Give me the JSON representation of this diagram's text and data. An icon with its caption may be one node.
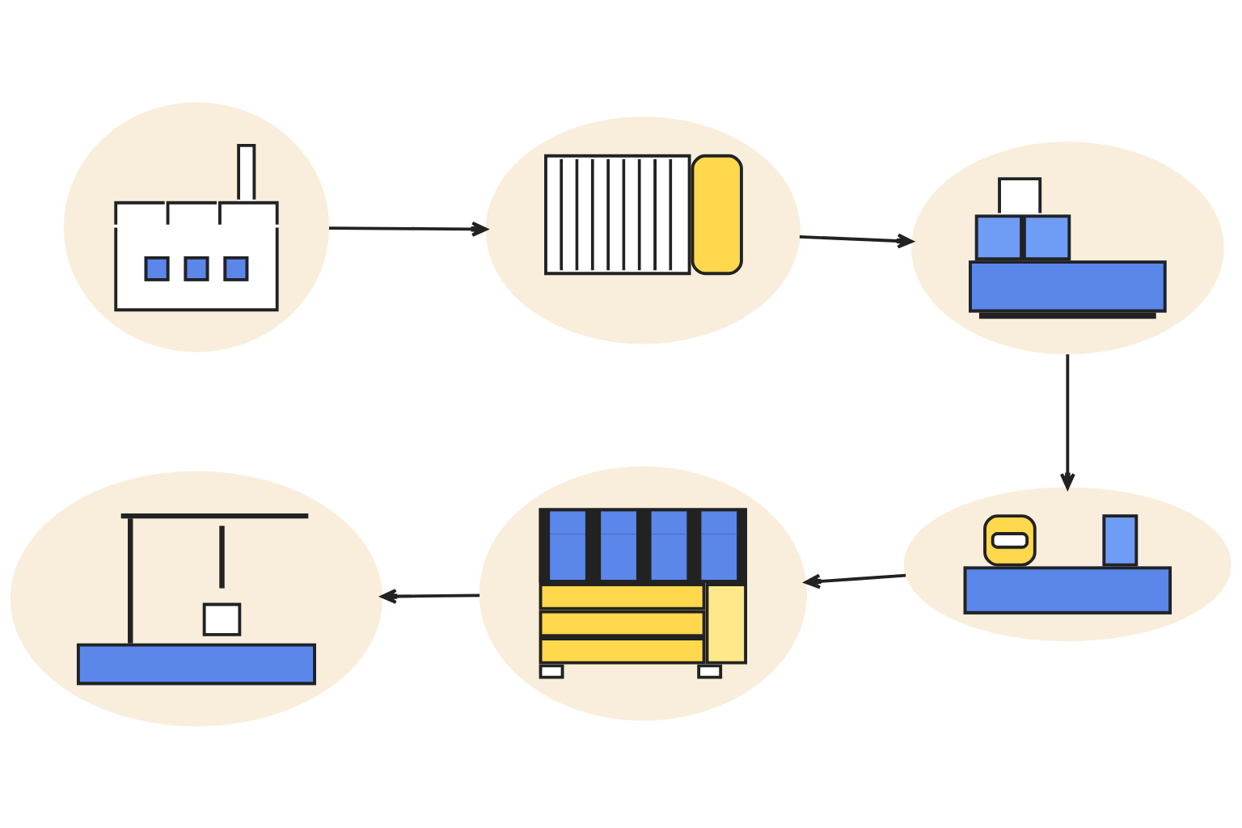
{
  "diagram": {
    "nodes": [
      {
        "text": [],
        "shape": "picture"
      },
      {
        "text": [],
        "shape": "picture"
      },
      {
        "text": [],
        "shape": "picture"
      },
      {
        "text": [],
        "shape": "picture"
      },
      {
        "text": [],
        "shape": "picture"
      },
      {
        "text": [],
        "shape": "picture"
      }
    ],
    "edges": [
      {
        "from": 0,
        "to": 1,
        "arrow": "to"
      },
      {
        "from": 1,
        "to": 2,
        "arrow": "to"
      },
      {
        "from": 2,
        "to": 3,
        "arrow": "to"
      },
      {
        "from": 3,
        "to": 4,
        "arrow": "to"
      },
      {
        "from": 4,
        "to": 5,
        "arrow": "to"
      }
    ]
  }
}
